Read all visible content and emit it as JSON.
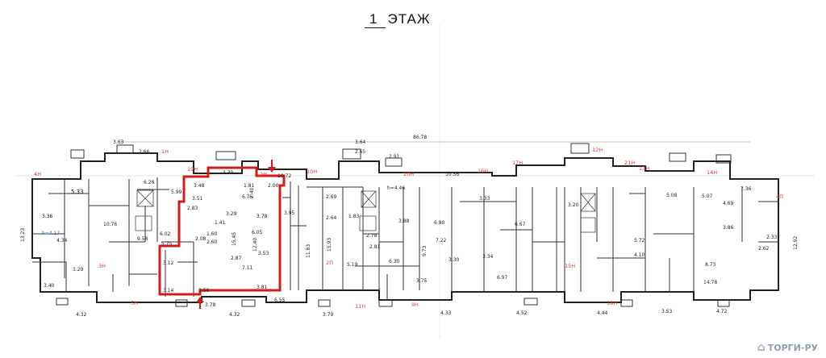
{
  "title": {
    "number": "1",
    "text": "ЭТАЖ"
  },
  "overall_dimension": "86.78",
  "watermark": "ТОРГИ-РУ",
  "labels": {
    "d_363": "3.63",
    "d_266": "2.66",
    "d_364": "3.64",
    "d_265": "2.65",
    "d_291": "2.91",
    "d_1h": "1Н",
    "d_4h": "4Н",
    "d_19h": "19Н",
    "d_2h": "2Н",
    "d_10h": "10Н",
    "d_20h": "20Н",
    "d_16h": "16Н",
    "d_17h": "17Н",
    "d_12h": "12Н",
    "d_21h": "21Н",
    "d_13h": "13Н",
    "d_14h": "14Н",
    "d_4p": "4П",
    "d_5h": "5Н",
    "d_3h": "3Н",
    "d_11h": "11Н",
    "d_9h": "9Н",
    "d_18h": "18Н",
    "d_15h": "15Н",
    "d_2p": "2П",
    "r_530": "5.33",
    "r_436": "3.36",
    "r_434": "4.34",
    "r_329": "3.29",
    "r_340": "3.40",
    "r_628": "6.28",
    "r_599": "5.99",
    "r_348": "3.48",
    "r_330": "3.30",
    "r_675": "6.75",
    "r_351": "3.51",
    "r_329b": "3.29",
    "r_1545": "15.45",
    "r_605": "6.05",
    "r_1240": "12.40",
    "r_711": "7.11",
    "r_353": "3.53",
    "r_378": "3.78",
    "r_287": "2.87",
    "r_312": "3.12",
    "r_314": "3.14",
    "r_356": "3.56",
    "r_381": "3.81",
    "r_655": "6.55",
    "r_269": "2.69",
    "r_1183": "11.83",
    "r_519": "5.19",
    "r_630": "6.30",
    "r_375": "3.75",
    "r_680": "6.80",
    "r_722": "7.22",
    "r_973": "9.73",
    "r_330b": "3.30",
    "r_333": "3.33",
    "r_320": "3.20",
    "r_334": "3.34",
    "r_667": "6.67",
    "r_697": "6.97",
    "r_507": "5.07",
    "r_508": "5.08",
    "r_469": "4.69",
    "r_386": "3.86",
    "r_572": "5.72",
    "r_873": "8.73",
    "r_1478": "14.78",
    "r_410": "4.10",
    "r_262": "2.62",
    "r_233": "2.33",
    "r_1292": "12.92",
    "r_1323": "13.23",
    "r_417": "h=4.17",
    "r_446": "h=4.46",
    "r_1056": "10.56",
    "r_1072": "10.72",
    "r_736": "7.36",
    "r_379": "3.79",
    "r_433": "4.33",
    "r_432": "4.32",
    "r_432b": "4.32",
    "r_444": "4.44",
    "r_353b": "3.53",
    "r_452": "4.52",
    "r_472": "4.72",
    "r_378b": "3.78",
    "r_264": "2.64",
    "r_183": "1.83",
    "r_388": "3.88",
    "r_278": "2.78",
    "r_281": "2.81",
    "r_1593": "15.93",
    "r_1076": "10.76",
    "r_958": "9.58",
    "r_575": "5.75",
    "r_602": "6.02",
    "r_200": "2.00",
    "r_181": "1.81",
    "r_240": "2.40",
    "r_283": "2.83",
    "r_141": "1.41",
    "r_160": "1.60",
    "r_260": "2.60",
    "r_208": "2.08",
    "r_395": "3.95"
  }
}
